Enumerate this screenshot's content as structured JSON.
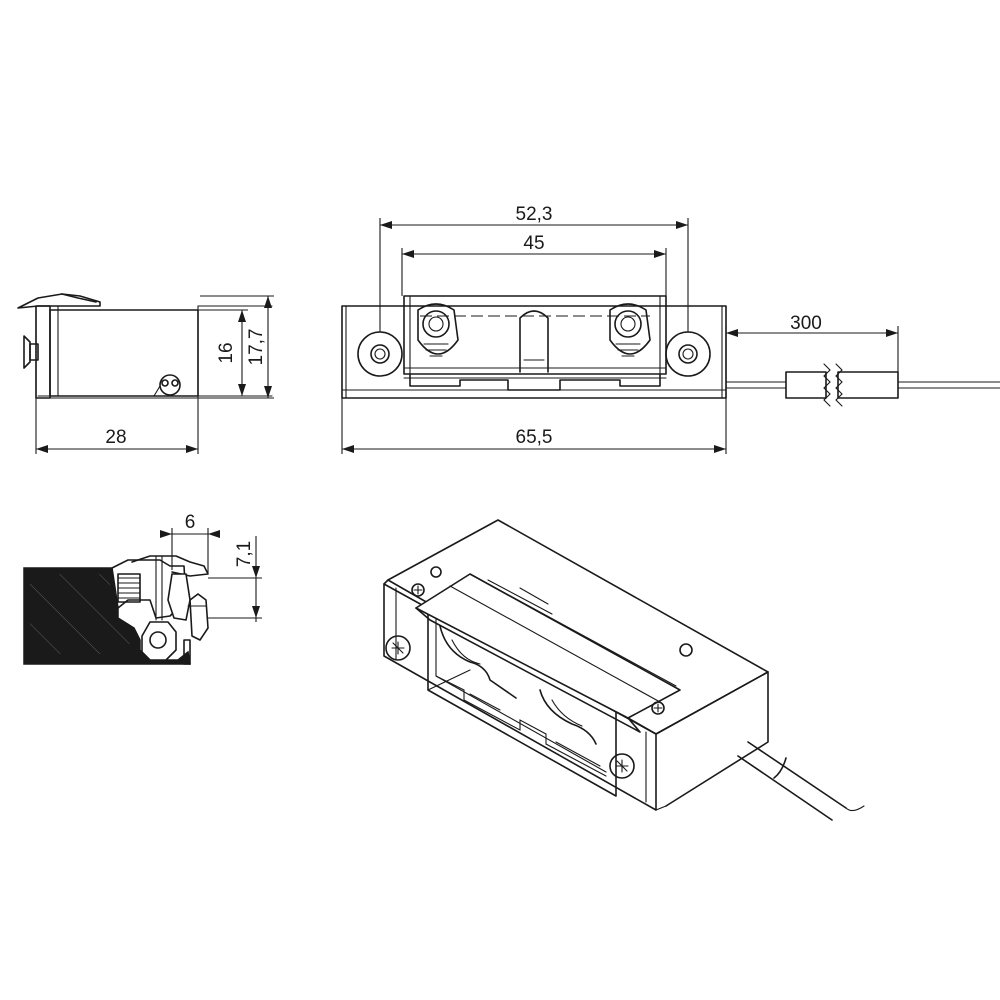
{
  "dimensions": {
    "side_width": "28",
    "side_height_inner": "16",
    "side_height_outer": "17,7",
    "front_pitch_outer": "52,3",
    "front_pitch_inner": "45",
    "front_length": "65,5",
    "cable_length": "300",
    "section_offset_x": "6",
    "section_offset_y": "7,1"
  },
  "colors": {
    "line": "#1a1a1a",
    "door_section": "#1a1a1a",
    "background": "#ffffff"
  }
}
